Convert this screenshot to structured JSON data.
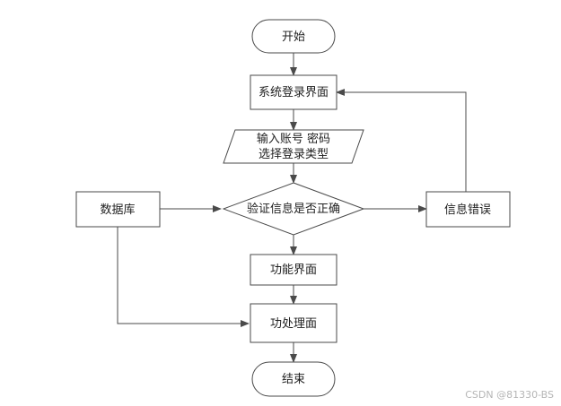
{
  "nodes": {
    "start": "开始",
    "login_screen": "系统登录界面",
    "input_line1": "输入账号 密码",
    "input_line2": "选择登录类型",
    "verify": "验证信息是否正确",
    "database": "数据库",
    "error": "信息错误",
    "function_screen": "功能界面",
    "process_screen": "功处理面",
    "end": "结束"
  },
  "watermark": "CSDN @81330-BS"
}
